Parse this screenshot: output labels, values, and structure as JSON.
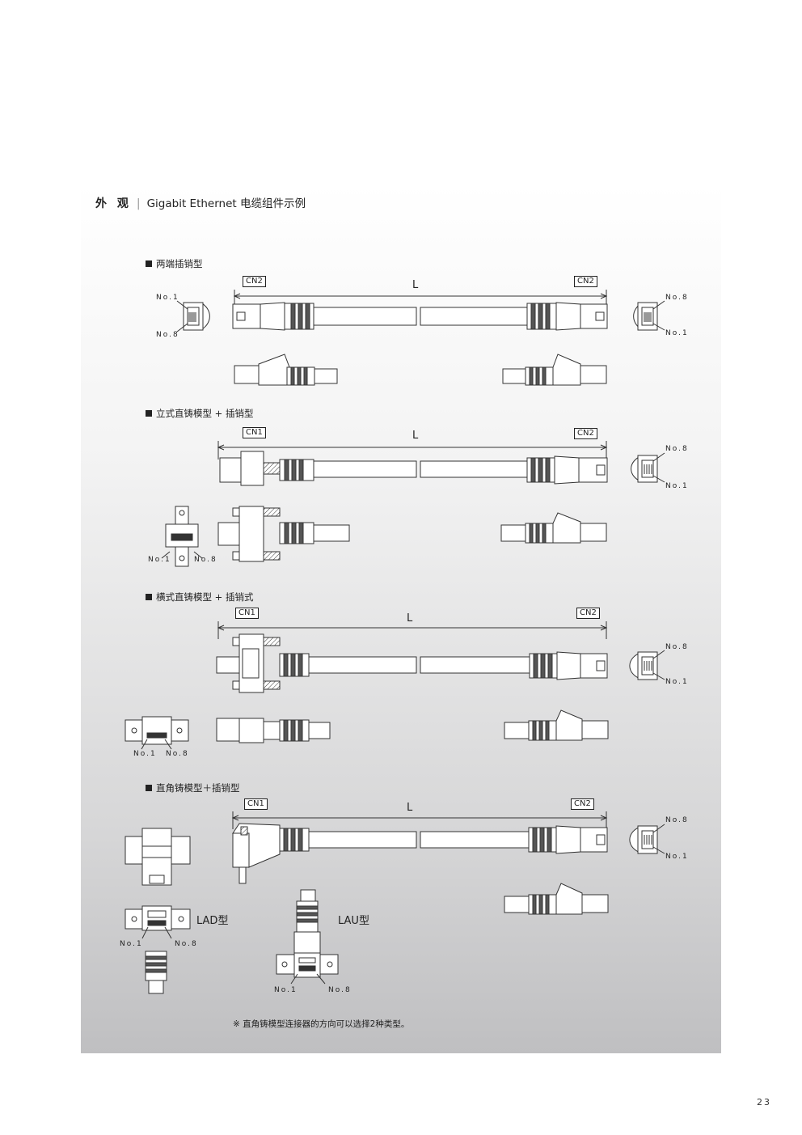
{
  "header": {
    "title": "外 观",
    "subtitle": "Gigabit Ethernet 电缆组件示例"
  },
  "sections": [
    {
      "title": "两端插销型",
      "left_connector": "CN2",
      "right_connector": "CN2"
    },
    {
      "title": "立式直铸模型 + 插销型",
      "left_connector": "CN1",
      "right_connector": "CN2"
    },
    {
      "title": "横式直铸模型 + 插销式",
      "left_connector": "CN1",
      "right_connector": "CN2"
    },
    {
      "title": "直角铸模型＋插销型",
      "left_connector": "CN1",
      "right_connector": "CN2"
    }
  ],
  "labels": {
    "length": "L",
    "pin1": "No.1",
    "pin8": "No.8"
  },
  "types": {
    "lad": "LAD型",
    "lau": "LAU型"
  },
  "footnote": "※ 直角铸模型连接器的方向可以选择2种类型。",
  "page_number": "23"
}
